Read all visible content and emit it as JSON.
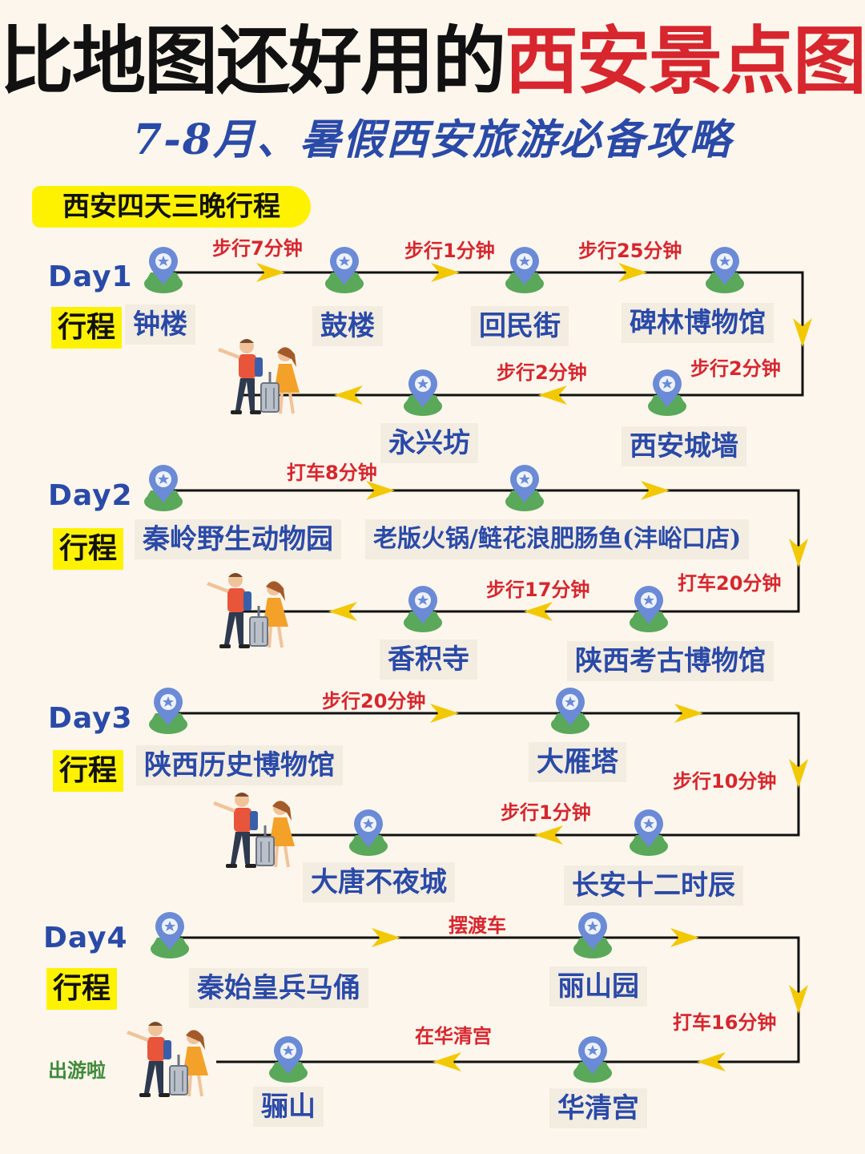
{
  "title": {
    "part1": "比地图还好用的",
    "part2": "西安景点图"
  },
  "subtitle": "7-8月、暑假西安旅游必备攻略",
  "itinerary_label": "西安四天三晚行程",
  "xingcheng": "行程",
  "logo_text": "出游啦",
  "colors": {
    "accent_red": "#d7262e",
    "blue": "#2a4aa8",
    "yellow": "#fff200",
    "arrow": "#f2c800",
    "pin": "#6b8bd6",
    "pin_base": "#5aa85a"
  },
  "icons": [
    "map-pin-icon",
    "arrow-right-icon",
    "arrow-left-icon",
    "arrow-down-icon",
    "travelers-icon"
  ],
  "days": [
    {
      "day": "Day1",
      "places": [
        "钟楼",
        "鼓楼",
        "回民街",
        "碑林博物馆",
        "永兴坊",
        "西安城墙"
      ],
      "transfers": [
        "步行7分钟",
        "步行1分钟",
        "步行25分钟",
        "步行2分钟",
        "步行2分钟"
      ]
    },
    {
      "day": "Day2",
      "places": [
        "秦岭野生动物园",
        "老版火锅/鲢花浪肥肠鱼(沣峪口店)",
        "香积寺",
        "陕西考古博物馆"
      ],
      "transfers": [
        "打车8分钟",
        "步行17分钟",
        "打车20分钟"
      ]
    },
    {
      "day": "Day3",
      "places": [
        "陕西历史博物馆",
        "大雁塔",
        "大唐不夜城",
        "长安十二时辰"
      ],
      "transfers": [
        "步行20分钟",
        "步行1分钟",
        "步行10分钟"
      ]
    },
    {
      "day": "Day4",
      "places": [
        "秦始皇兵马俑",
        "丽山园",
        "骊山",
        "华清宫"
      ],
      "transfers": [
        "摆渡车",
        "在华清宫",
        "打车16分钟"
      ]
    }
  ]
}
